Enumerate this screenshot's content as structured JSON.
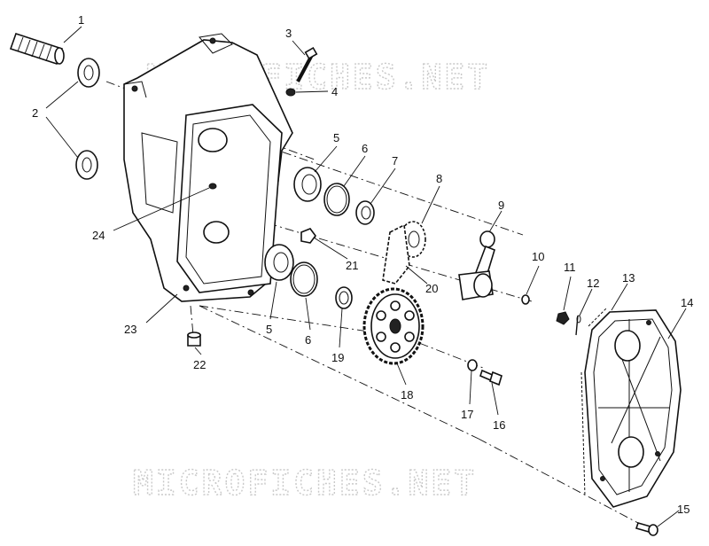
{
  "diagram": {
    "watermark_top": "MICROFICHES.NET",
    "watermark_bottom": "MICROFICHES.NET",
    "labels": [
      {
        "id": "1",
        "text": "1"
      },
      {
        "id": "2",
        "text": "2"
      },
      {
        "id": "3",
        "text": "3"
      },
      {
        "id": "4",
        "text": "4"
      },
      {
        "id": "5a",
        "text": "5"
      },
      {
        "id": "6a",
        "text": "6"
      },
      {
        "id": "7",
        "text": "7"
      },
      {
        "id": "8",
        "text": "8"
      },
      {
        "id": "9",
        "text": "9"
      },
      {
        "id": "10",
        "text": "10"
      },
      {
        "id": "11",
        "text": "11"
      },
      {
        "id": "12",
        "text": "12"
      },
      {
        "id": "13",
        "text": "13"
      },
      {
        "id": "14",
        "text": "14"
      },
      {
        "id": "15",
        "text": "15"
      },
      {
        "id": "16",
        "text": "16"
      },
      {
        "id": "17",
        "text": "17"
      },
      {
        "id": "18",
        "text": "18"
      },
      {
        "id": "19",
        "text": "19"
      },
      {
        "id": "20",
        "text": "20"
      },
      {
        "id": "21",
        "text": "21"
      },
      {
        "id": "22",
        "text": "22"
      },
      {
        "id": "23",
        "text": "23"
      },
      {
        "id": "24",
        "text": "24"
      },
      {
        "id": "5b",
        "text": "5"
      },
      {
        "id": "6b",
        "text": "6"
      }
    ]
  }
}
